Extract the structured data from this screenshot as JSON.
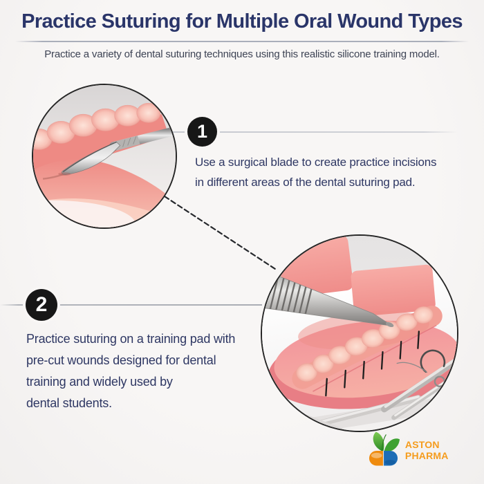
{
  "page": {
    "title": "Practice Suturing for Multiple Oral Wound Types",
    "subtitle": "Practice a variety of dental suturing techniques using this realistic silicone training model."
  },
  "steps": [
    {
      "number": "1",
      "description": "Use a surgical blade to create practice incisions\nin different areas of the dental suturing pad."
    },
    {
      "number": "2",
      "description": "Practice suturing on a training pad with\npre-cut wounds designed for dental\ntraining and widely used by\ndental students."
    }
  ],
  "brand": {
    "name": "ASTON PHARMA"
  },
  "icons": {
    "logo_mark": "capsule-with-leaves"
  },
  "colors": {
    "page-bg": "#f8f6f5",
    "title-navy": "#2a3569",
    "subtitle-gray": "#3d4354",
    "body-navy": "#2e3763",
    "badge-black": "#171717",
    "rule-gray": "#b9bdc7",
    "connector-gray": "#9ba0a9",
    "dash-dark": "#26282c",
    "model-pink": "#f0908c",
    "logo-orange": "#f59c1d",
    "capsule-orange": "#ef8b0e",
    "capsule-blue": "#1d6db6",
    "leaf-green": "#46a63b"
  }
}
